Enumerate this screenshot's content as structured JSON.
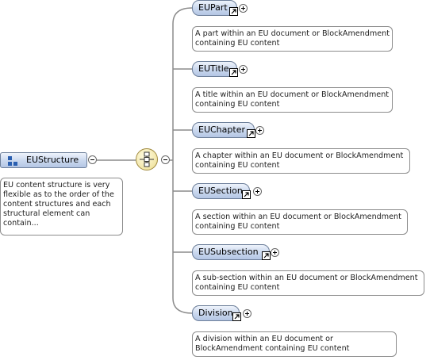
{
  "root": {
    "label": "EUStructure",
    "description": "EU content structure is very flexible as to the order of the content structures and each structural element can contain..."
  },
  "compositor": {
    "icon": "sequence-icon"
  },
  "children": [
    {
      "label": "EUPart",
      "description": "A part within an EU document or BlockAmendment containing EU content"
    },
    {
      "label": "EUTitle",
      "description": "A title within an EU document or BlockAmendment containing EU content"
    },
    {
      "label": "EUChapter",
      "description": "A chapter within an EU document or BlockAmendment containing EU content"
    },
    {
      "label": "EUSection",
      "description": "A section within an EU document or BlockAmendment containing EU content"
    },
    {
      "label": "EUSubsection",
      "description": "A sub-section within an EU document or BlockAmendment containing EU content"
    },
    {
      "label": "Division",
      "description": "A division within an EU document or BlockAmendment containing EU content"
    }
  ],
  "colors": {
    "node_fill": "#c9d7ee",
    "node_border": "#6d7f9a",
    "wire": "#8c8c8c",
    "compositor_fill": "#f2e6a8"
  }
}
